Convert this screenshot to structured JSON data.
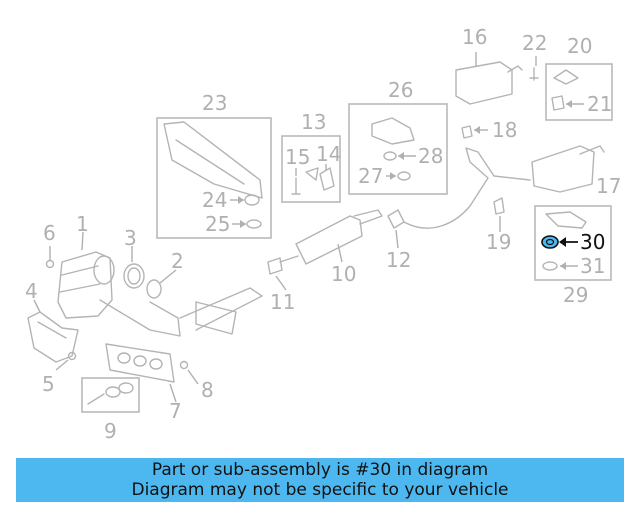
{
  "diagram": {
    "callouts": [
      "1",
      "2",
      "3",
      "4",
      "5",
      "6",
      "7",
      "8",
      "9",
      "10",
      "11",
      "12",
      "13",
      "14",
      "15",
      "16",
      "17",
      "18",
      "19",
      "20",
      "21",
      "22",
      "23",
      "24",
      "25",
      "26",
      "27",
      "28",
      "29",
      "30",
      "31"
    ],
    "highlighted_callout": "30",
    "highlight_color": "#4db8f0",
    "line_color": "#b4b4b4"
  },
  "banner": {
    "line1": "Part or sub-assembly is #30 in diagram",
    "line2": "Diagram may not be specific to your vehicle",
    "background": "#4db8f0"
  }
}
